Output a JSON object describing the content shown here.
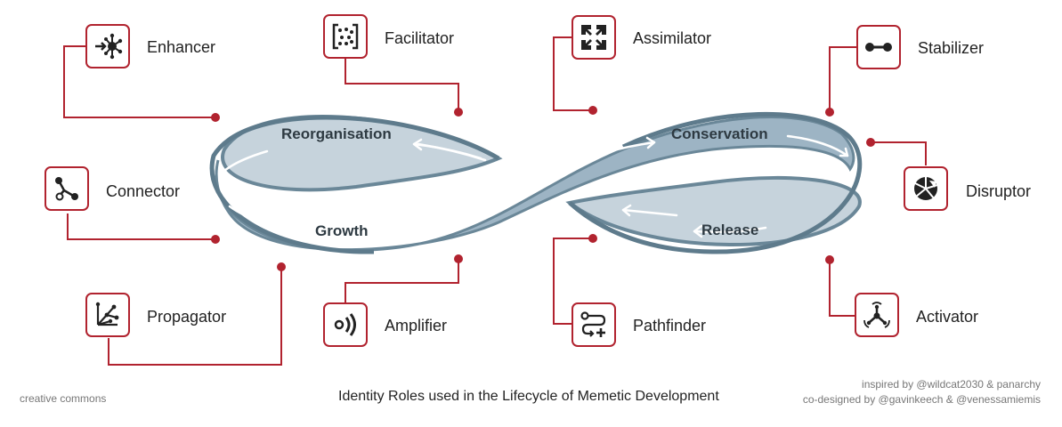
{
  "roles": {
    "enhancer": "Enhancer",
    "facilitator": "Facilitator",
    "assimilator": "Assimilator",
    "stabilizer": "Stabilizer",
    "connector": "Connector",
    "disruptor": "Disruptor",
    "propagator": "Propagator",
    "amplifier": "Amplifier",
    "pathfinder": "Pathfinder",
    "activator": "Activator"
  },
  "phases": {
    "reorganisation": "Reorganisation",
    "conservation": "Conservation",
    "growth": "Growth",
    "release": "Release"
  },
  "footer": {
    "license": "creative commons",
    "title": "Identity Roles used in the Lifecycle of Memetic Development",
    "credit_line1": "inspired by @wildcat2030 & panarchy",
    "credit_line2": "co-designed by @gavinkeech & @venessamiemis"
  },
  "colors": {
    "accent": "#b1232f",
    "band_front": "#9db4c4",
    "band_back": "#c6d3dc",
    "band_edge": "#6a8798"
  }
}
